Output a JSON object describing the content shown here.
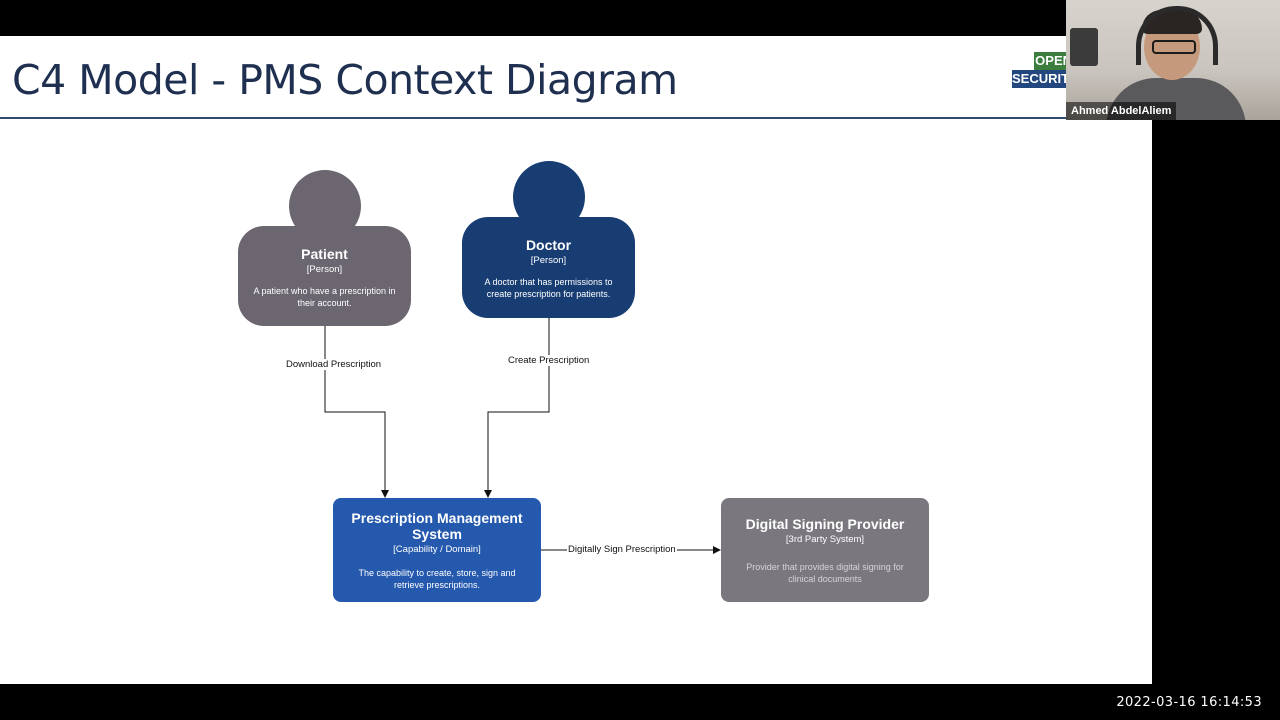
{
  "slide": {
    "title": "C4 Model - PMS Context Diagram",
    "logo": {
      "line1": "OPEN",
      "line2": "SECURITY"
    }
  },
  "webcam": {
    "name": "Ahmed AbdelAliem"
  },
  "timestamp": "2022-03-16  16:14:53",
  "diagram": {
    "nodes": {
      "patient": {
        "name": "Patient",
        "type": "[Person]",
        "description": "A patient who have a prescription in their account.",
        "color": "#6b6670"
      },
      "doctor": {
        "name": "Doctor",
        "type": "[Person]",
        "description": "A doctor that has permissions to create prescription for patients.",
        "color": "#173d73"
      },
      "pms": {
        "name": "Prescription Management System",
        "type": "[Capability / Domain]",
        "description": "The capability to create, store, sign and retrieve prescriptions.",
        "color": "#2559ad"
      },
      "signing": {
        "name": "Digital Signing Provider",
        "type": "[3rd Party System]",
        "description": "Provider that provides digital signing for clinical documents",
        "color": "#7b777f"
      }
    },
    "edges": {
      "download": "Download Prescription",
      "create": "Create Prescription",
      "sign": "Digitally Sign Prescription"
    }
  }
}
